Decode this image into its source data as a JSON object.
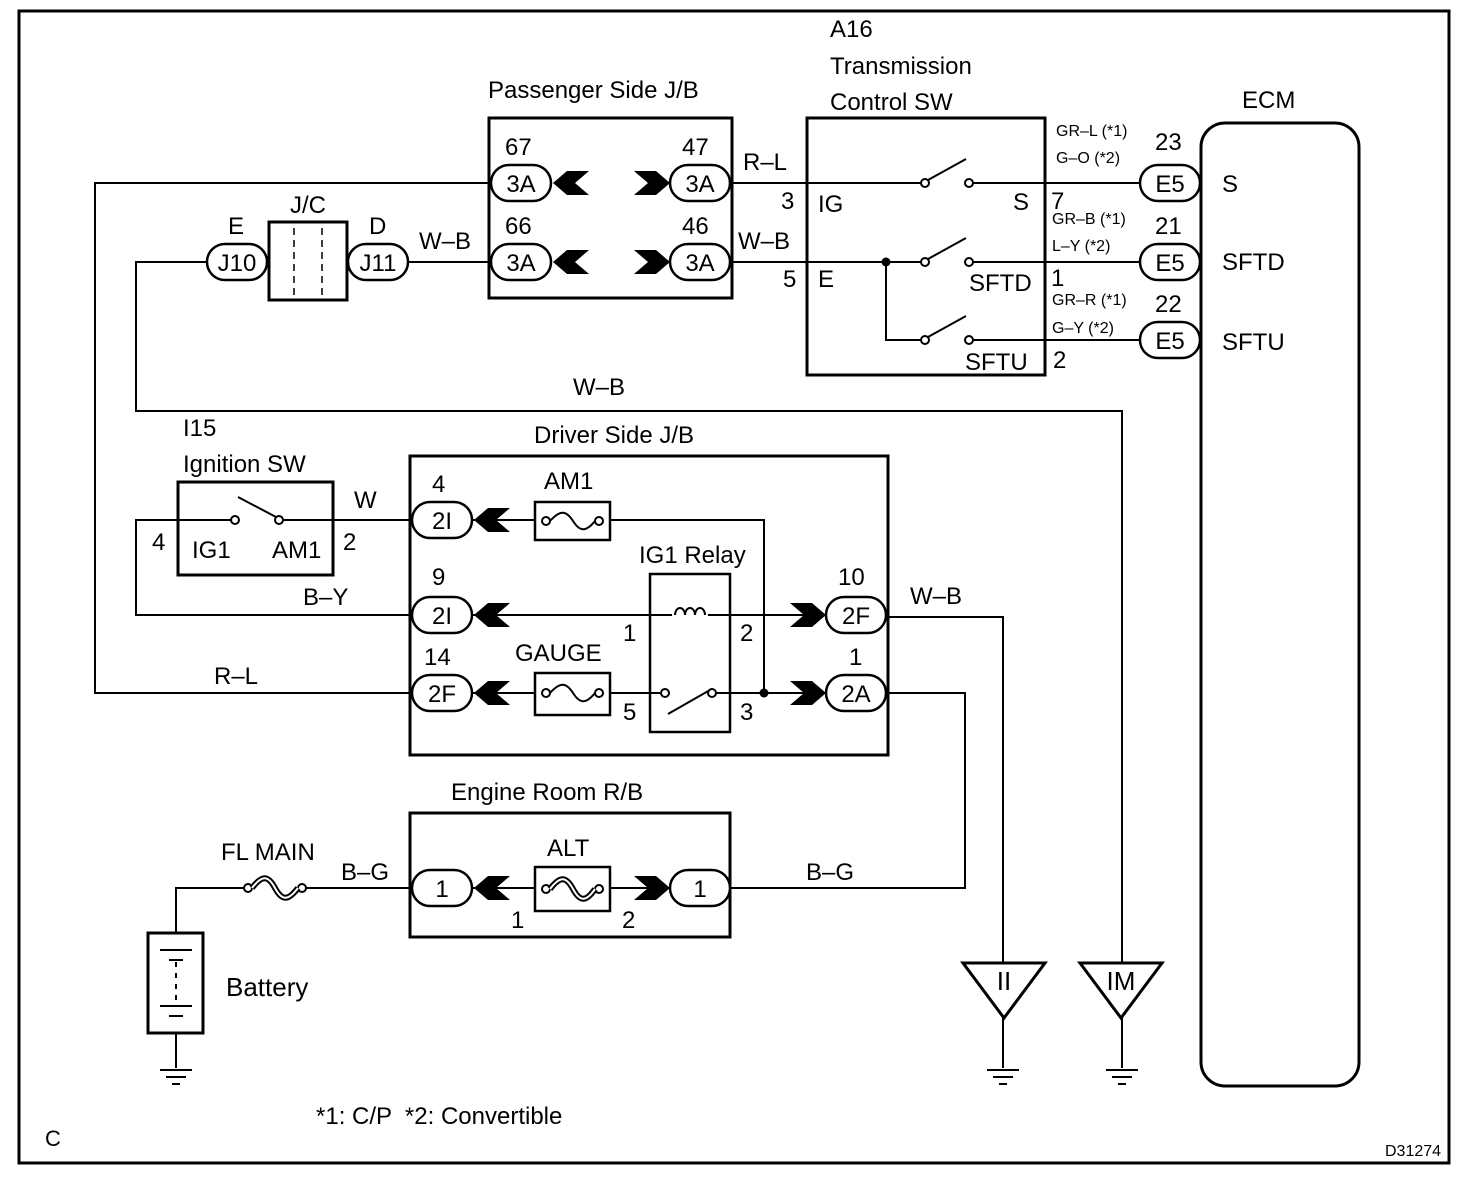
{
  "passenger_jb": {
    "title": "Passenger Side J/B",
    "pins": [
      {
        "num": "67",
        "conn": "3A"
      },
      {
        "num": "66",
        "conn": "3A"
      },
      {
        "num": "47",
        "conn": "3A"
      },
      {
        "num": "46",
        "conn": "3A"
      }
    ]
  },
  "transmission_sw": {
    "code": "A16",
    "name_line1": "Transmission",
    "name_line2": "Control SW",
    "terminals": [
      "IG",
      "E",
      "S",
      "SFTD",
      "SFTU"
    ],
    "pin_numbers": [
      "3",
      "5",
      "7",
      "1",
      "2"
    ]
  },
  "ecm": {
    "title": "ECM",
    "terminals": [
      "S",
      "SFTD",
      "SFTU"
    ],
    "connector": "E5",
    "pins": [
      "23",
      "21",
      "22"
    ],
    "wires": [
      {
        "a": "GR–L (*1)",
        "b": "G–O (*2)"
      },
      {
        "a": "GR–B (*1)",
        "b": "L–Y (*2)"
      },
      {
        "a": "GR–R (*1)",
        "b": "G–Y (*2)"
      }
    ]
  },
  "jc": {
    "title": "J/C",
    "left_label": "E",
    "right_label": "D",
    "left_conn": "J10",
    "right_conn": "J11"
  },
  "wire_colors": {
    "r_l": "R–L",
    "w_b": "W–B",
    "w": "W",
    "b_y": "B–Y",
    "b_g": "B–G"
  },
  "ignition_sw": {
    "code": "I15",
    "name": "Ignition SW",
    "terminals": [
      "IG1",
      "AM1"
    ],
    "pins": [
      "4",
      "2"
    ]
  },
  "driver_jb": {
    "title": "Driver Side J/B",
    "fuses": [
      "AM1",
      "GAUGE"
    ],
    "relay": "IG1 Relay",
    "relay_pins": [
      "1",
      "2",
      "5",
      "3"
    ],
    "pins": [
      {
        "num": "4",
        "conn": "2I"
      },
      {
        "num": "9",
        "conn": "2I"
      },
      {
        "num": "14",
        "conn": "2F"
      },
      {
        "num": "10",
        "conn": "2F"
      },
      {
        "num": "1",
        "conn": "2A"
      }
    ]
  },
  "engine_rb": {
    "title": "Engine Room R/B",
    "fuse": "ALT",
    "conn_left": "1",
    "conn_right": "1",
    "pin_left": "1",
    "pin_right": "2"
  },
  "fl_main": "FL MAIN",
  "battery": "Battery",
  "grounds": [
    "II",
    "IM"
  ],
  "footnote": "*1: C/P  *2: Convertible",
  "corner_letter": "C",
  "figure_code": "D31274"
}
